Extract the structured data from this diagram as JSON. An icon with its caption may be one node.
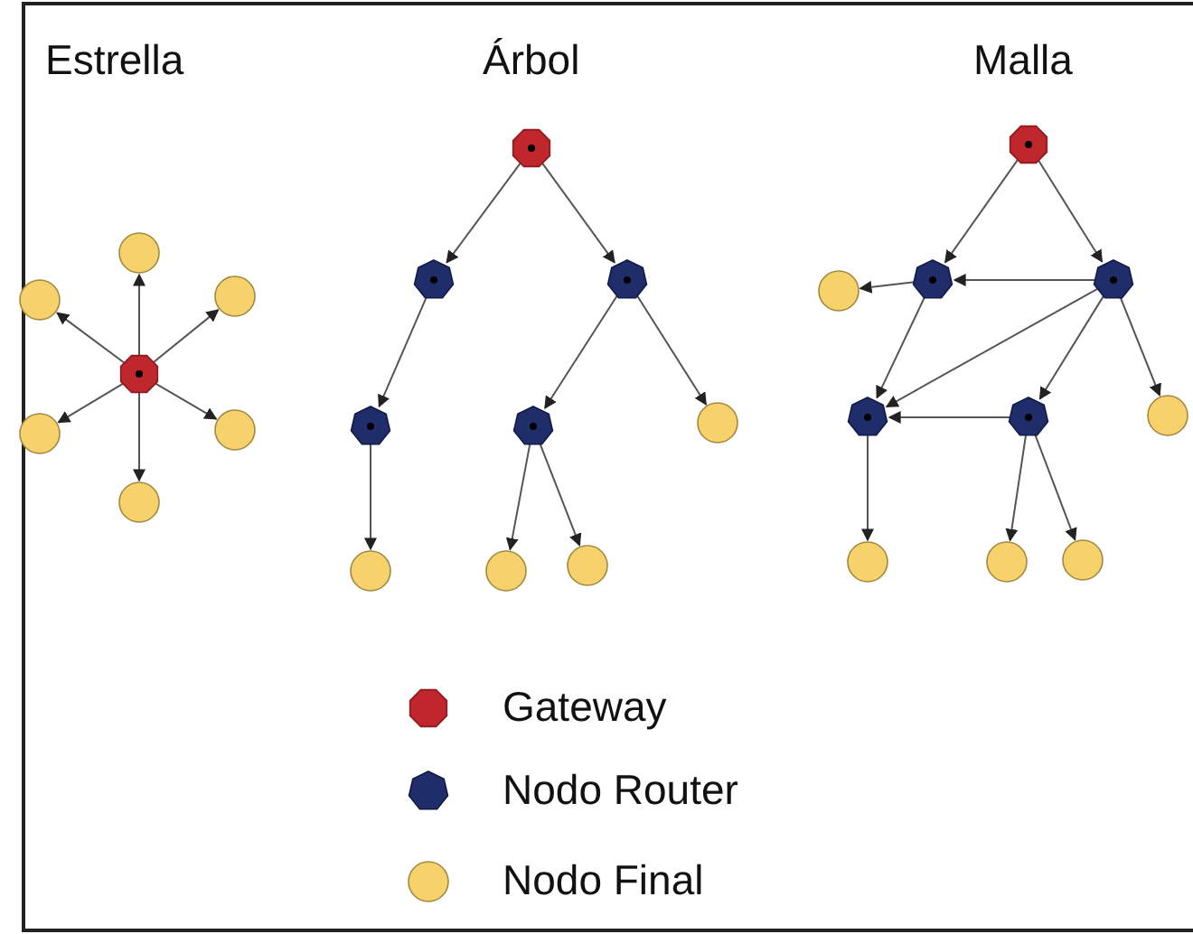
{
  "diagram": {
    "nodes": [
      {
        "text": [],
        "shape": "circle"
      },
      {
        "text": [],
        "shape": "circle"
      },
      {
        "text": [],
        "shape": "circle"
      },
      {
        "text": [],
        "shape": "octagon"
      },
      {
        "text": [],
        "shape": "circle"
      },
      {
        "text": [],
        "shape": "circle"
      },
      {
        "text": [],
        "shape": "circle"
      },
      {
        "text": [],
        "shape": "octagon"
      },
      {
        "text": [],
        "shape": "heptagon"
      },
      {
        "text": [],
        "shape": "heptagon"
      },
      {
        "text": [],
        "shape": "heptagon"
      },
      {
        "text": [],
        "shape": "heptagon"
      },
      {
        "text": [],
        "shape": "circle"
      },
      {
        "text": [],
        "shape": "circle"
      },
      {
        "text": [],
        "shape": "circle"
      },
      {
        "text": [],
        "shape": "circle"
      },
      {
        "text": [],
        "shape": "octagon"
      },
      {
        "text": [],
        "shape": "circle"
      },
      {
        "text": [],
        "shape": "heptagon"
      },
      {
        "text": [],
        "shape": "heptagon"
      },
      {
        "text": [],
        "shape": "heptagon"
      },
      {
        "text": [],
        "shape": "heptagon"
      },
      {
        "text": [],
        "shape": "circle"
      },
      {
        "text": [],
        "shape": "circle"
      },
      {
        "text": [],
        "shape": "circle"
      },
      {
        "text": [],
        "shape": "circle"
      }
    ],
    "edges": [
      {
        "from": 3,
        "to": 0,
        "arrow": "to"
      },
      {
        "from": 3,
        "to": 1,
        "arrow": "to"
      },
      {
        "from": 3,
        "to": 2,
        "arrow": "to"
      },
      {
        "from": 3,
        "to": 4,
        "arrow": "to"
      },
      {
        "from": 3,
        "to": 5,
        "arrow": "to"
      },
      {
        "from": 3,
        "to": 6,
        "arrow": "to"
      },
      {
        "from": 7,
        "to": 8,
        "arrow": "to"
      },
      {
        "from": 7,
        "to": 9,
        "arrow": "to"
      },
      {
        "from": 8,
        "to": 10,
        "arrow": "to"
      },
      {
        "from": 9,
        "to": 11,
        "arrow": "to"
      },
      {
        "from": 9,
        "to": 12,
        "arrow": "to"
      },
      {
        "from": 10,
        "to": 13,
        "arrow": "to"
      },
      {
        "from": 11,
        "to": 14,
        "arrow": "to"
      },
      {
        "from": 11,
        "to": 15,
        "arrow": "to"
      },
      {
        "from": 16,
        "to": 18,
        "arrow": "to"
      },
      {
        "from": 16,
        "to": 19,
        "arrow": "to"
      },
      {
        "from": 18,
        "to": 17,
        "arrow": "to"
      },
      {
        "from": 19,
        "to": 18,
        "arrow": "to"
      },
      {
        "from": 18,
        "to": 20,
        "arrow": "to"
      },
      {
        "from": 19,
        "to": 20,
        "arrow": "to"
      },
      {
        "from": 19,
        "to": 21,
        "arrow": "to"
      },
      {
        "from": 19,
        "to": 22,
        "arrow": "to"
      },
      {
        "from": 21,
        "to": 20,
        "arrow": "to"
      },
      {
        "from": 20,
        "to": 23,
        "arrow": "to"
      },
      {
        "from": 21,
        "to": 24,
        "arrow": "to"
      },
      {
        "from": 21,
        "to": 25,
        "arrow": "to"
      }
    ],
    "labels": [
      "Estrella",
      "Árbol",
      "Malla"
    ],
    "legend": [
      {
        "text": "Gateway",
        "color": "#c0272d"
      },
      {
        "text": "Nodo Router",
        "color": "#1f2d6b"
      },
      {
        "text": "Nodo Final",
        "color": "#f7d16b"
      }
    ]
  }
}
